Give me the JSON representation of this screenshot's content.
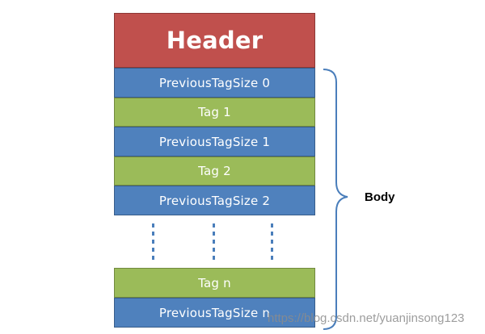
{
  "header": {
    "label": "Header",
    "color": "#c0504d"
  },
  "body_label": "Body",
  "blocks": [
    {
      "label": "PreviousTagSize 0",
      "kind": "previous-tag-size",
      "color": "#4f81bd"
    },
    {
      "label": "Tag 1",
      "kind": "tag",
      "color": "#9bbb59"
    },
    {
      "label": "PreviousTagSize 1",
      "kind": "previous-tag-size",
      "color": "#4f81bd"
    },
    {
      "label": "Tag 2",
      "kind": "tag",
      "color": "#9bbb59"
    },
    {
      "label": "PreviousTagSize 2",
      "kind": "previous-tag-size",
      "color": "#4f81bd"
    },
    {
      "label": "Tag n",
      "kind": "tag",
      "color": "#9bbb59"
    },
    {
      "label": "PreviousTagSize n",
      "kind": "previous-tag-size",
      "color": "#4f81bd"
    }
  ],
  "watermark": "https://blog.csdn.net/yuanjinsong123"
}
